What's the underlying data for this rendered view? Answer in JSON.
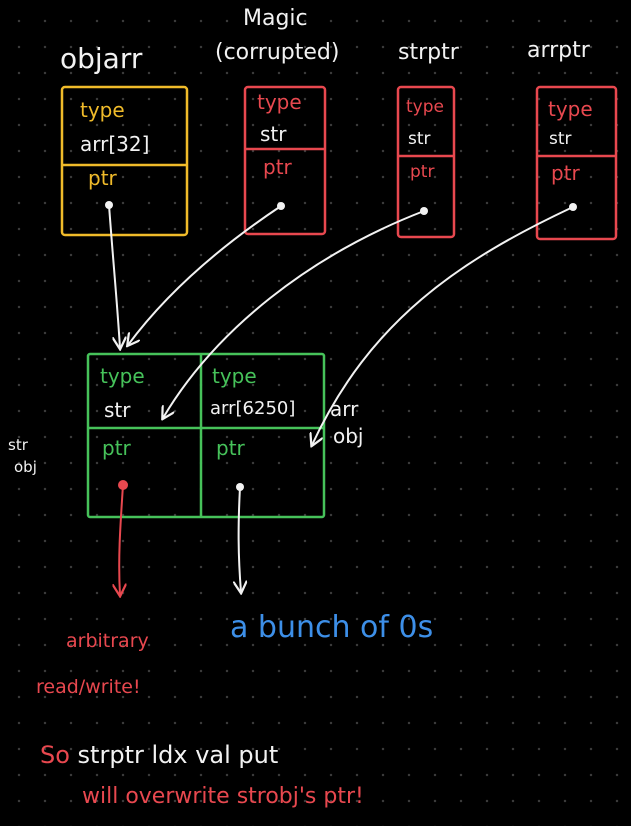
{
  "headers": {
    "objarr": "objarr",
    "magic_line1": "Magic",
    "magic_line2": "(corrupted)",
    "strptr": "strptr",
    "arrptr": "arrptr"
  },
  "boxes": {
    "objarr": {
      "type": "type",
      "field": "arr[32]",
      "ptr": "ptr"
    },
    "magic": {
      "type": "type",
      "field": "str",
      "ptr": "ptr"
    },
    "strptr": {
      "type": "type",
      "field": "str",
      "ptr": "ptr"
    },
    "arrptr": {
      "type": "type",
      "field": "str",
      "ptr": "ptr"
    }
  },
  "main": {
    "left": {
      "type": "type",
      "field": "str",
      "ptr": "ptr"
    },
    "right": {
      "type": "type",
      "field": "arr[6250]",
      "ptr": "ptr"
    }
  },
  "side_labels": {
    "str_obj_line1": "str",
    "str_obj_line2": "obj",
    "arr_obj_line1": "arr",
    "arr_obj_line2": "obj"
  },
  "annotations": {
    "arbitrary_line1": "arbitrary",
    "arbitrary_line2": "read/write!",
    "zeros": "a bunch of 0s",
    "note_line1": "So  strptr  ldx  val  put",
    "note_line2": "will  overwrite  strobj's ptr!"
  },
  "colors": {
    "white": "#f2f2f2",
    "yellow": "#f0bb2a",
    "red": "#e8484f",
    "green": "#46c25a",
    "blue": "#3d8fe8",
    "background": "#000000"
  }
}
